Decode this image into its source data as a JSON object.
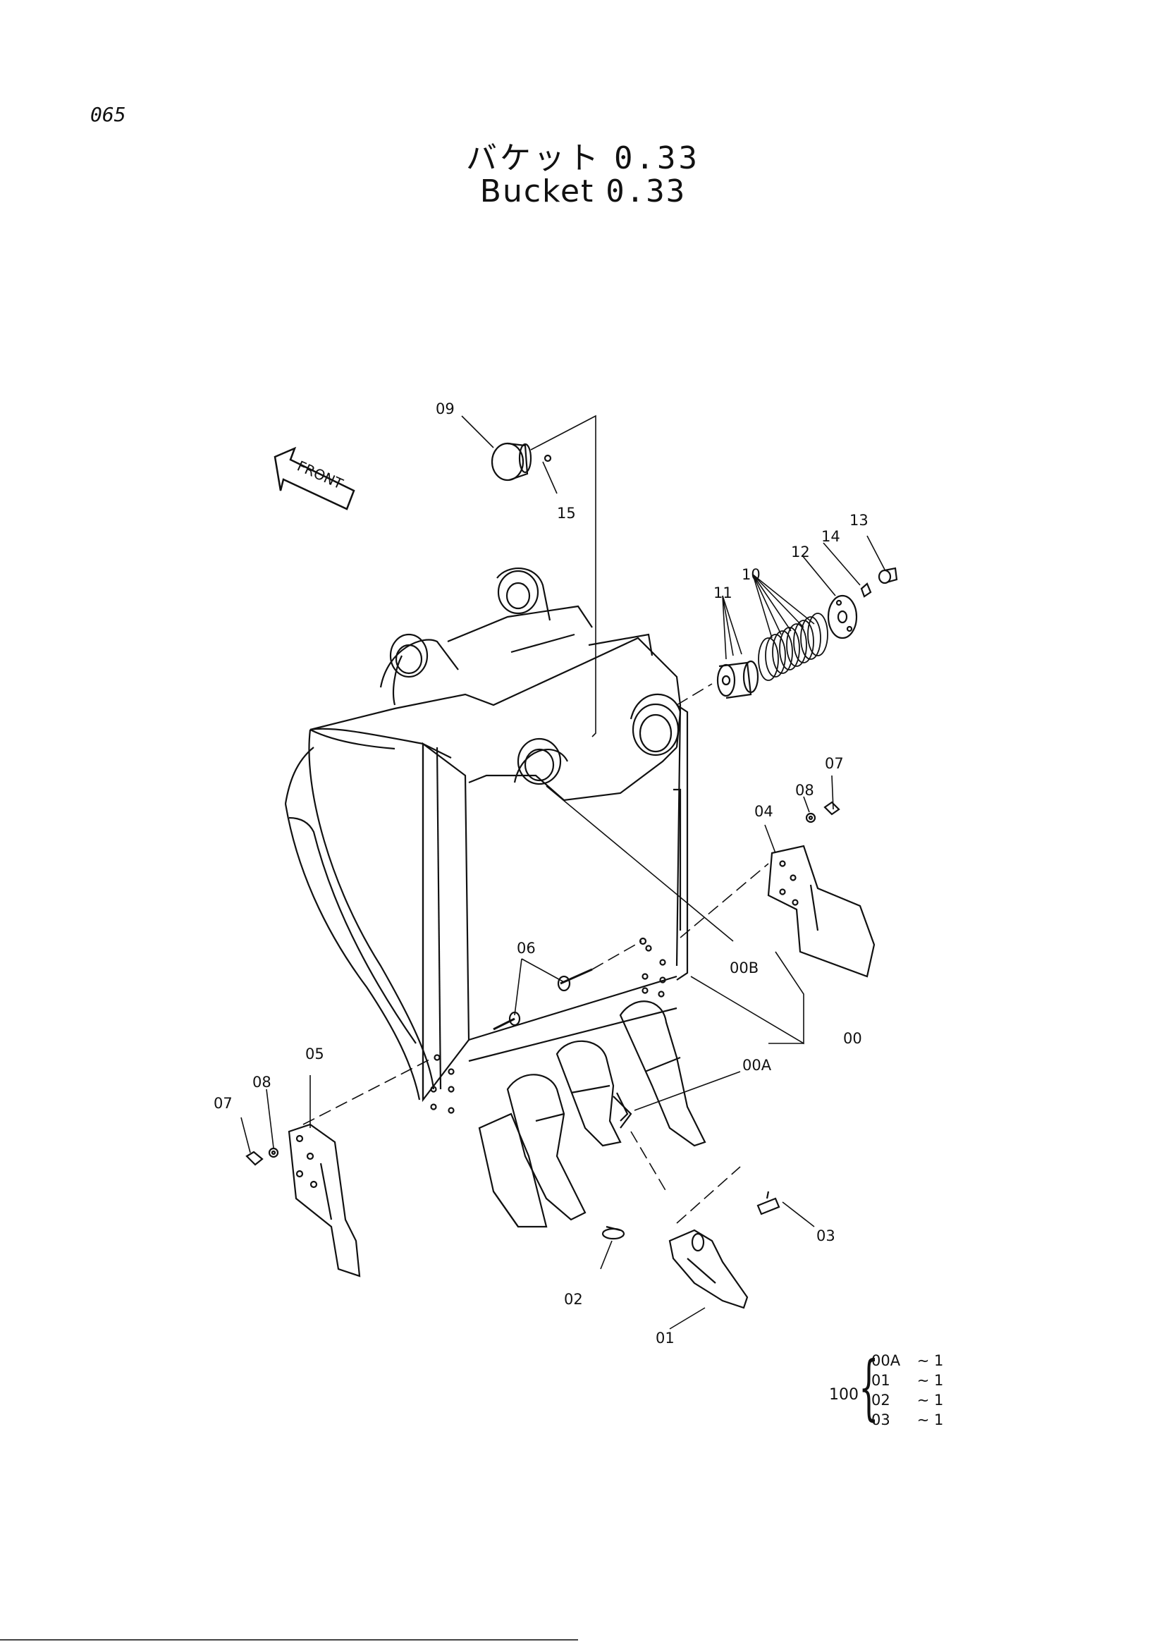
{
  "page": {
    "number": "065",
    "title_jp": "バケット",
    "title_jp_value": "0.33",
    "title_en": "Bucket",
    "title_en_value": "0.33"
  },
  "diagram": {
    "front_label": "FRONT",
    "callouts": [
      "09",
      "15",
      "13",
      "14",
      "12",
      "10",
      "11",
      "07",
      "08",
      "04",
      "06",
      "00B",
      "00",
      "00A",
      "05",
      "08",
      "07",
      "03",
      "02",
      "01"
    ]
  },
  "quantity_table": {
    "assembly": "100",
    "rows": [
      {
        "code": "00A",
        "qty": "∼ 1"
      },
      {
        "code": "01",
        "qty": "∼ 1"
      },
      {
        "code": "02",
        "qty": "∼ 1"
      },
      {
        "code": "03",
        "qty": "∼ 1"
      }
    ]
  }
}
